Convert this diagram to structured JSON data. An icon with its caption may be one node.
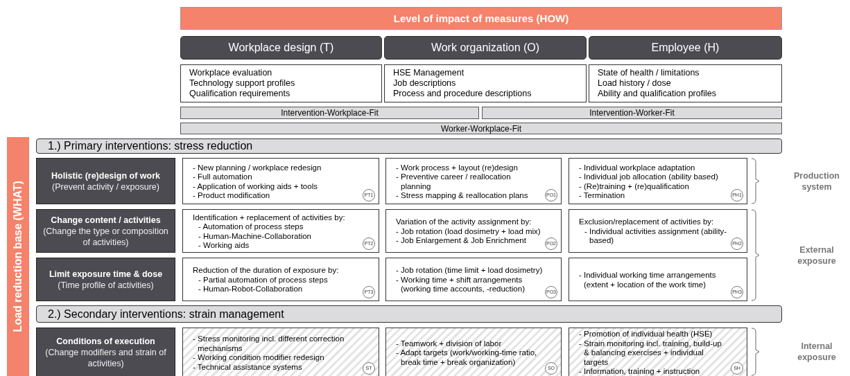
{
  "diagram": {
    "nodes": [
      {
        "text": [
          "Level of impact of measures (HOW)"
        ]
      },
      {
        "text": [
          "Workplace design (T)"
        ]
      },
      {
        "text": [
          "Work organization (O)"
        ]
      },
      {
        "text": [
          "Employee (H)"
        ]
      },
      {
        "text": [
          "Workplace evaluation",
          "Technology support profiles",
          "Qualification requirements"
        ]
      },
      {
        "text": [
          "HSE Management",
          "Job descriptions",
          "Process and procedure descriptions"
        ]
      },
      {
        "text": [
          "State of health / limitations",
          "Load history / dose",
          "Ability and qualification profiles"
        ]
      },
      {
        "text": [
          "Intervention-Workplace-Fit"
        ]
      },
      {
        "text": [
          "Intervention-Worker-Fit"
        ]
      },
      {
        "text": [
          "Worker-Workplace-Fit"
        ]
      },
      {
        "text": [
          "Load reduction base (WHAT)"
        ]
      },
      {
        "text": [
          "1.) Primary interventions: stress reduction"
        ]
      },
      {
        "text": [
          "Holistic (re)design of work",
          "(Prevent activity / exposure)"
        ]
      },
      {
        "text": [
          "- New planning / workplace redesign",
          "- Full automation",
          "- Application of working aids + tools",
          "- Product modification"
        ]
      },
      {
        "text": [
          "PT1"
        ],
        "in": 13
      },
      {
        "text": [
          "- Work process + layout (re)design",
          "- Preventive career / reallocation planning",
          "- Stress mapping & reallocation plans"
        ]
      },
      {
        "text": [
          "PO1"
        ],
        "in": 15
      },
      {
        "text": [
          "- Individual workplace adaptation",
          "- Individual job allocation (ability based)",
          "- (Re)training + (re)qualification",
          "- Termination"
        ]
      },
      {
        "text": [
          "PH1"
        ],
        "in": 17
      },
      {
        "text": [
          "Change content / activities",
          "(Change the type or composition of activities)"
        ]
      },
      {
        "text": [
          "Identification + replacement of activities by:",
          "- Automation of process steps",
          "- Human-Machine-Collaboration",
          "- Working aids"
        ]
      },
      {
        "text": [
          "PT2"
        ],
        "in": 20
      },
      {
        "text": [
          "Variation of the activity assignment by:",
          "- Job rotation (load dosimetry + load mix)",
          "- Job Enlargement & Job Enrichment"
        ]
      },
      {
        "text": [
          "PO2"
        ],
        "in": 22
      },
      {
        "text": [
          "Exclusion/replacement of activities by:",
          "- Individual activities assignment (ability-based)"
        ]
      },
      {
        "text": [
          "PH2"
        ],
        "in": 24
      },
      {
        "text": [
          "Limit exposure time & dose",
          "(Time profile of activities)"
        ]
      },
      {
        "text": [
          "Reduction of the duration of exposure by:",
          "- Partial automation of process steps",
          "- Human-Robot-Collaboration"
        ]
      },
      {
        "text": [
          "PT3"
        ],
        "in": 27
      },
      {
        "text": [
          "- Job rotation (time limit + load dosimetry)",
          "- Working time + shift arrangements (working time accounts, -reduction)"
        ]
      },
      {
        "text": [
          "PO3"
        ],
        "in": 29
      },
      {
        "text": [
          "- Individual working time arrangements (extent + location of the work time)"
        ]
      },
      {
        "text": [
          "PH3"
        ],
        "in": 31
      },
      {
        "text": [
          "2.) Secondary interventions: strain management"
        ]
      },
      {
        "text": [
          "Conditions of execution",
          "(Change modifiers and strain of activities)"
        ]
      },
      {
        "text": [
          "- Stress monitoring incl. different correction mechanisms",
          "- Working condition modifier redesign",
          "- Technical assistance systems"
        ]
      },
      {
        "text": [
          "ST"
        ],
        "in": 35
      },
      {
        "text": [
          "- Teamwork + division of labor",
          "- Adapt targets (work/working-time ratio, break time + break organization)"
        ]
      },
      {
        "text": [
          "SO"
        ],
        "in": 37
      },
      {
        "text": [
          "- Promotion of individual health (HSE)",
          "- Strain monitoring incl. training, build-up & balancing exercises + individual targets",
          "- Information, training + instruction"
        ]
      },
      {
        "text": [
          "SH"
        ],
        "in": 39
      }
    ],
    "labels": [
      "Production system",
      "External exposure",
      "Internal exposure"
    ]
  }
}
